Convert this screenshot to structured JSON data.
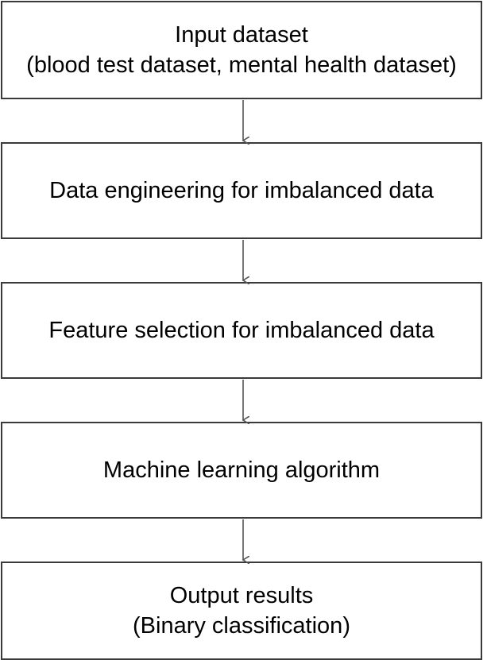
{
  "flowchart": {
    "steps": [
      {
        "line1": "Input dataset",
        "line2": "(blood test dataset, mental health dataset)"
      },
      {
        "line1": "Data engineering for imbalanced data"
      },
      {
        "line1": "Feature selection for imbalanced data"
      },
      {
        "line1": "Machine learning algorithm"
      },
      {
        "line1": "Output results",
        "line2": "(Binary classification)"
      }
    ],
    "colors": {
      "border": "#3a3a3a",
      "arrow": "#555555",
      "background": "#ffffff",
      "text": "#000000"
    }
  }
}
